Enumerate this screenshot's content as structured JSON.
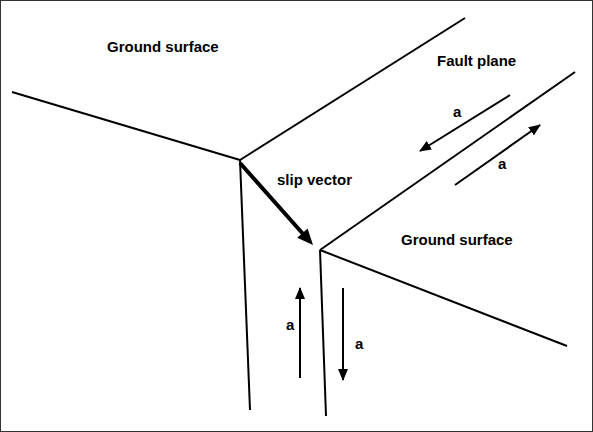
{
  "diagram": {
    "labels": [
      "Ground surface",
      "Fault plane",
      "a",
      "a",
      "slip vector",
      "Ground surface",
      "a",
      "a"
    ]
  }
}
